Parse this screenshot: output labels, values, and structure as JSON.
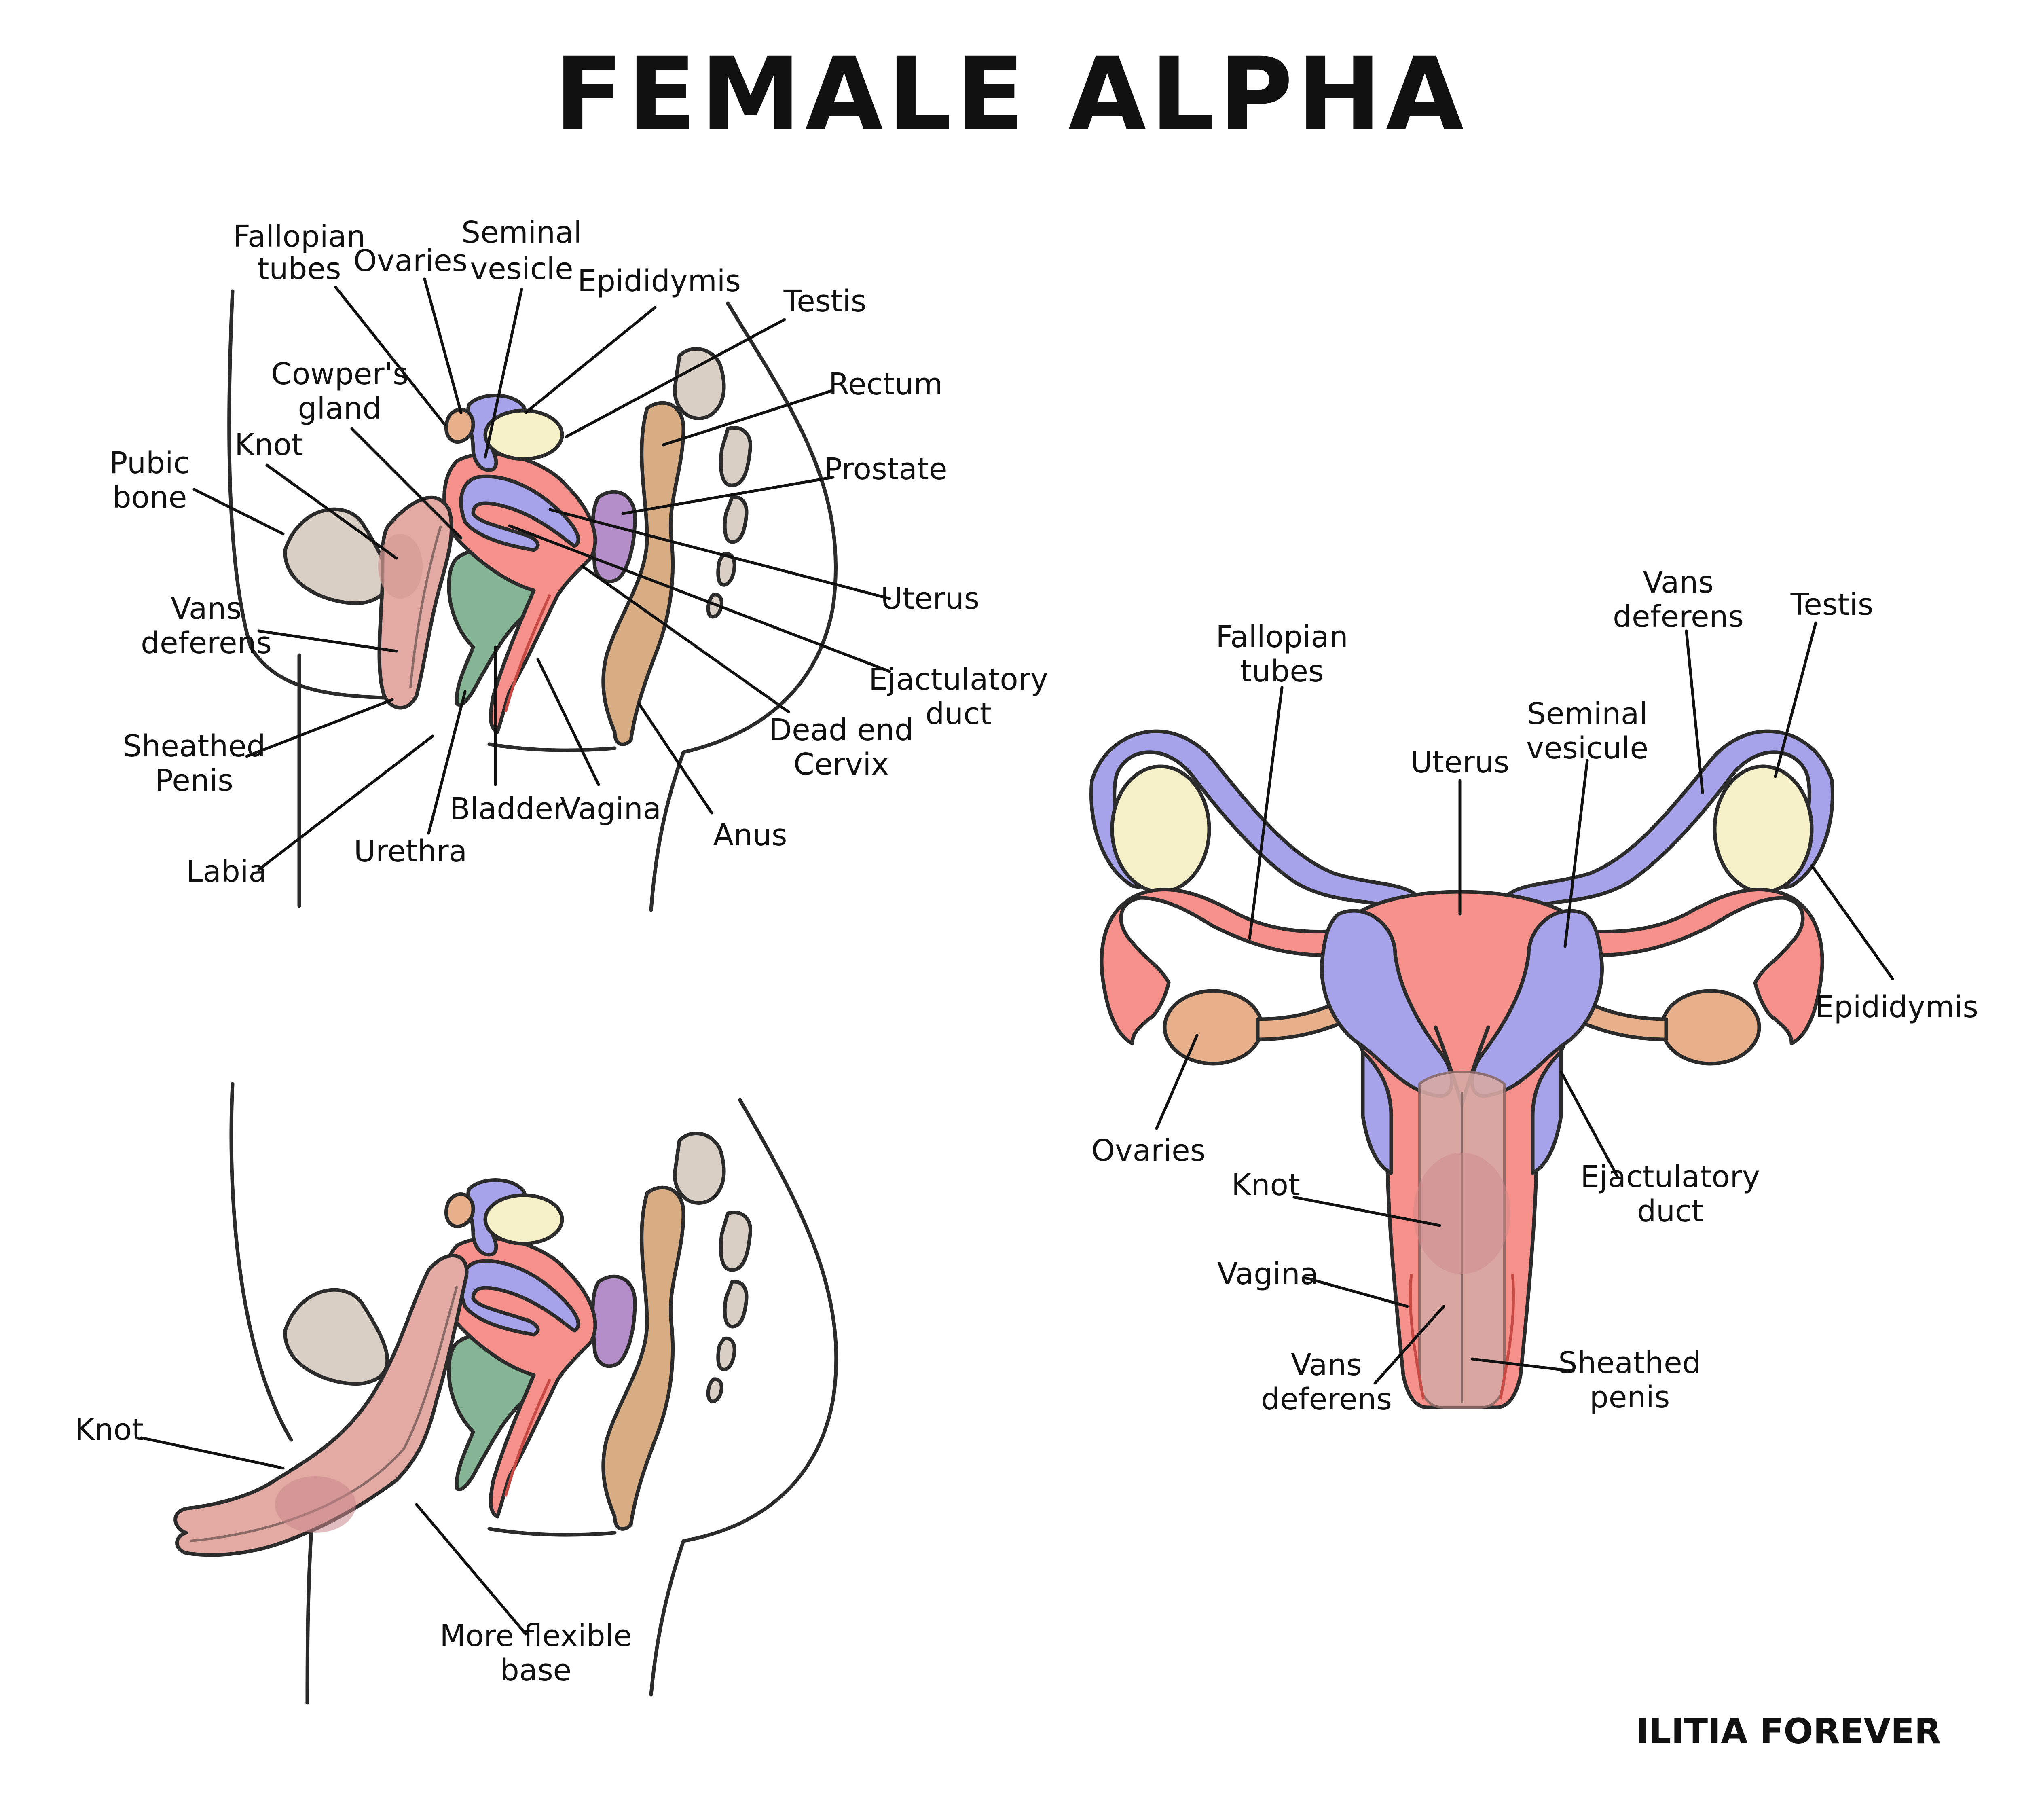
{
  "title": "FEMALE ALPHA",
  "signature": "ILITIA FOREVER",
  "colors": {
    "pink_organ": "#f6908a",
    "blue_organ": "#a7a3ea",
    "cream_organ": "#f6f0c8",
    "ovary": "#e8b08a",
    "bladder": "#85b594",
    "prostate": "#b48ec9",
    "rectum": "#d9ad84",
    "penis": "#e3aaa3",
    "bone": "#d9cfc4",
    "line": "#2b2b2b"
  },
  "diagram_side": {
    "labels": [
      {
        "id": "fallopian",
        "lines": [
          "Fallopian",
          "tubes"
        ]
      },
      {
        "id": "ovaries",
        "lines": [
          "Ovaries"
        ]
      },
      {
        "id": "seminal",
        "lines": [
          "Seminal",
          "vesicle"
        ]
      },
      {
        "id": "epididymis",
        "lines": [
          "Epididymis"
        ]
      },
      {
        "id": "testis",
        "lines": [
          "Testis"
        ]
      },
      {
        "id": "cowpers",
        "lines": [
          "Cowper's",
          "gland"
        ]
      },
      {
        "id": "rectum",
        "lines": [
          "Rectum"
        ]
      },
      {
        "id": "knot",
        "lines": [
          "Knot"
        ]
      },
      {
        "id": "prostate",
        "lines": [
          "Prostate"
        ]
      },
      {
        "id": "pubic",
        "lines": [
          "Pubic",
          "bone"
        ]
      },
      {
        "id": "uterus",
        "lines": [
          "Uterus"
        ]
      },
      {
        "id": "vans",
        "lines": [
          "Vans",
          "deferens"
        ]
      },
      {
        "id": "ejac",
        "lines": [
          "Ejactulatory",
          "duct"
        ]
      },
      {
        "id": "dead",
        "lines": [
          "Dead end",
          "Cervix"
        ]
      },
      {
        "id": "sheathed",
        "lines": [
          "Sheathed",
          "Penis"
        ]
      },
      {
        "id": "bladder",
        "lines": [
          "Bladder"
        ]
      },
      {
        "id": "vagina",
        "lines": [
          "Vagina"
        ]
      },
      {
        "id": "anus",
        "lines": [
          "Anus"
        ]
      },
      {
        "id": "urethra",
        "lines": [
          "Urethra"
        ]
      },
      {
        "id": "labia",
        "lines": [
          "Labia"
        ]
      }
    ]
  },
  "diagram_erect": {
    "labels": [
      {
        "id": "knot",
        "lines": [
          "Knot"
        ]
      },
      {
        "id": "flexible",
        "lines": [
          "More flexible",
          "base"
        ]
      }
    ]
  },
  "diagram_front": {
    "labels": [
      {
        "id": "fallopian",
        "lines": [
          "Fallopian",
          "tubes"
        ]
      },
      {
        "id": "vans_top",
        "lines": [
          "Vans",
          "deferens"
        ]
      },
      {
        "id": "testis",
        "lines": [
          "Testis"
        ]
      },
      {
        "id": "seminal",
        "lines": [
          "Seminal",
          "vesicule"
        ]
      },
      {
        "id": "uterus",
        "lines": [
          "Uterus"
        ]
      },
      {
        "id": "epididymis",
        "lines": [
          "Epididymis"
        ]
      },
      {
        "id": "ovaries",
        "lines": [
          "Ovaries"
        ]
      },
      {
        "id": "ejac",
        "lines": [
          "Ejactulatory",
          "duct"
        ]
      },
      {
        "id": "knot",
        "lines": [
          "Knot"
        ]
      },
      {
        "id": "vagina",
        "lines": [
          "Vagina"
        ]
      },
      {
        "id": "vans_bottom",
        "lines": [
          "Vans",
          "deferens"
        ]
      },
      {
        "id": "sheathed",
        "lines": [
          "Sheathed",
          "penis"
        ]
      }
    ]
  }
}
